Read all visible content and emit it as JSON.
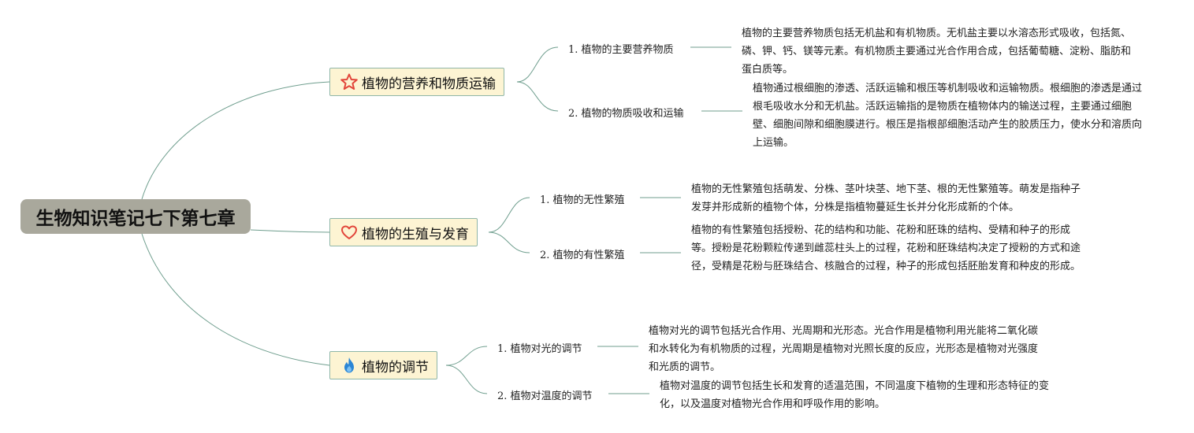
{
  "root": {
    "title": "生物知识笔记七下第七章"
  },
  "branches": [
    {
      "title": "植物的营养和物质运输",
      "icon": "star-icon",
      "children": [
        {
          "label": "1. 植物的主要营养物质",
          "detail": "植物的主要营养物质包括无机盐和有机物质。无机盐主要以水溶态形式吸收，包括氮、磷、钾、钙、镁等元素。有机物质主要通过光合作用合成，包括葡萄糖、淀粉、脂肪和蛋白质等。"
        },
        {
          "label": "2. 植物的物质吸收和运输",
          "detail": "植物通过根细胞的渗透、活跃运输和根压等机制吸收和运输物质。根细胞的渗透是通过根毛吸收水分和无机盐。活跃运输指的是物质在植物体内的输送过程，主要通过细胞壁、细胞间隙和细胞膜进行。根压是指根部细胞活动产生的胶质压力，使水分和溶质向上运输。"
        }
      ]
    },
    {
      "title": "植物的生殖与发育",
      "icon": "heart-icon",
      "children": [
        {
          "label": "1. 植物的无性繁殖",
          "detail": "植物的无性繁殖包括萌发、分株、茎叶块茎、地下茎、根的无性繁殖等。萌发是指种子发芽并形成新的植物个体，分株是指植物蔓延生长并分化形成新的个体。"
        },
        {
          "label": "2. 植物的有性繁殖",
          "detail": "植物的有性繁殖包括授粉、花的结构和功能、花粉和胚珠的结构、受精和种子的形成等。授粉是花粉颗粒传递到雌蕊柱头上的过程，花粉和胚珠结构决定了授粉的方式和途径，受精是花粉与胚珠结合、核融合的过程，种子的形成包括胚胎发育和种皮的形成。"
        }
      ]
    },
    {
      "title": "植物的调节",
      "icon": "fire-icon",
      "children": [
        {
          "label": "1. 植物对光的调节",
          "detail": "植物对光的调节包括光合作用、光周期和光形态。光合作用是植物利用光能将二氧化碳和水转化为有机物质的过程，光周期是植物对光照长度的反应，光形态是植物对光强度和光质的调节。"
        },
        {
          "label": "2. 植物对温度的调节",
          "detail": "植物对温度的调节包括生长和发育的适温范围，不同温度下植物的生理和形态特征的变化，以及温度对植物光合作用和呼吸作用的影响。"
        }
      ]
    }
  ],
  "colors": {
    "connector": "#6f9e8e",
    "root_bg": "#a9a89c",
    "topic_bg": "#fdf4d3",
    "topic_border": "#8fb6a8"
  }
}
